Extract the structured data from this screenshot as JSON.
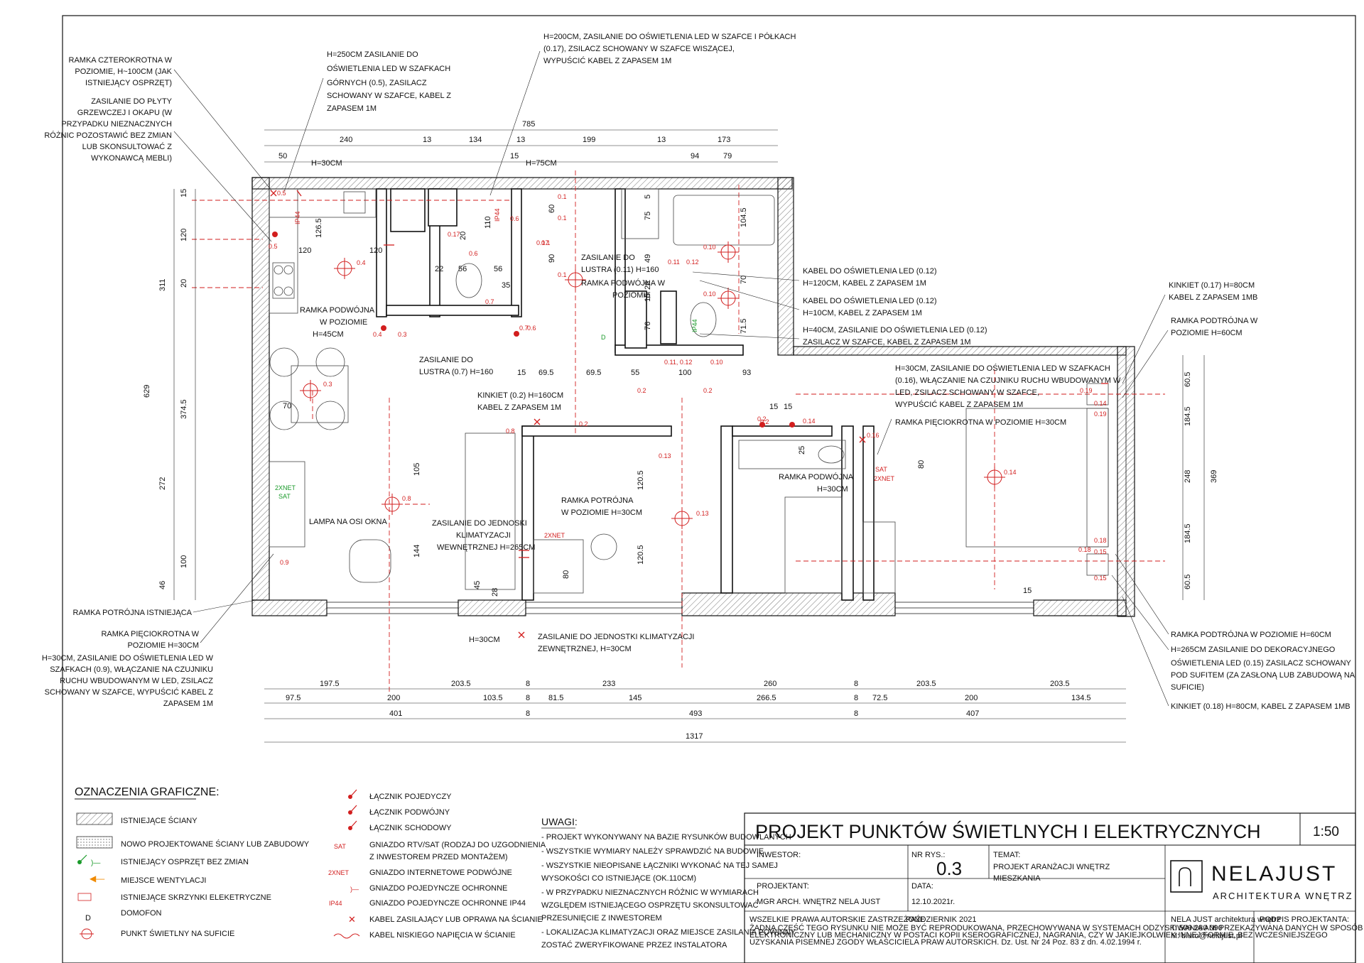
{
  "title_block": {
    "title": "PROJEKT PUNKTÓW ŚWIETLNYCH I ELEKTRYCZNYCH",
    "scale": "1:50",
    "investor_label": "INWESTOR:",
    "drawing_no_label": "NR RYS.:",
    "drawing_no": "0.3",
    "topic_label": "TEMAT:",
    "topic_line1": "PROJEKT ARANŻACJI WNĘTRZ",
    "topic_line2": "MIESZKANIA",
    "designer_label": "PROJEKTANT:",
    "designer": "MGR ARCH. WNĘTRZ  NELA JUST",
    "date_label": "DATA:",
    "date": "12.10.2021r.",
    "logo_name": "NELAJUST",
    "logo_sub": "ARCHITEKTURA WNĘTRZ",
    "copyright_1": "WSZELKIE PRAWA AUTORSKIE ZASTRZEŻONE",
    "copyright_date": "PAŹDZIERNIK 2021",
    "copyright_2": "ŻADNA CZĘŚĆ TEGO RYSUNKU NIE MOŻE BYĆ REPRODUKOWANA, PRZECHOWYWANA W SYSTEMACH ODZYSKIWANIA ANI PRZEKAZYWANA DANYCH W SPOSÓB",
    "copyright_3": "ELEKTRONICZNY LUB MECHANICZNY W POSTACI KOPII KSEROGRAFICZNEJ, NAGRANIA, CZY W JAKIEJKOLWIEK INNEJ FORMIE, BEZ WCZEŚNIEJSZEGO",
    "copyright_4": "UZYSKANIA PISEMNEJ ZGODY WŁAŚCICIELA PRAW AUTORSKICH.      Dz. Ust. Nr 24 Poz. 83 z dn. 4.02.1994 r.",
    "contact_1": "NELA JUST architektura wnętrz",
    "contact_2": "T: 509 280 090",
    "contact_3": "M: biuro@nelajust.pl",
    "signature_label": "PODPIS PROJEKTANTA:"
  },
  "legend": {
    "heading": "OZNACZENIA GRAFICZNE:",
    "items_left": [
      "ISTNIEJĄCE ŚCIANY",
      "NOWO PROJEKTOWANE ŚCIANY LUB ZABUDOWY",
      "ISTNIEJĄCY OSPRZĘT BEZ ZMIAN",
      "MIEJSCE WENTYLACJI",
      "ISTNIEJĄCE SKRZYNKI ELEKETRYCZNE",
      "DOMOFON",
      "PUNKT ŚWIETLNY NA SUFICIE"
    ],
    "items_right": [
      "ŁĄCZNIK POJEDYCZY",
      "ŁĄCZNIK PODWÓJNY",
      "ŁĄCZNIK SCHODOWY",
      "GNIAZDO RTV/SAT (RODZAJ DO UZGODNIENIA",
      "Z INWESTOREM PRZED MONTAŻEM)",
      "GNIAZDO INTERNETOWE PODWÓJNE",
      "GNIAZDO POJEDYNCZE OCHRONNE",
      "GNIAZDO POJEDYNCZE OCHRONNE IP44",
      "KABEL ZASILAJĄCY LUB OPRAWA NA ŚCIANIE",
      "KABEL NISKIEGO NAPIĘCIA W ŚCIANIE"
    ],
    "sym_sat": "SAT",
    "sym_2xnet": "2XNET",
    "sym_ip44": "IP44",
    "sym_d": "D"
  },
  "notes": {
    "heading": "UWAGI:",
    "lines": [
      "- PROJEKT WYKONYWANY NA BAZIE RYSUNKÓW BUDOWLANYCH",
      "- WSZYSTKIE WYMIARY NALEŻY SPRAWDZIĆ NA BUDOWIE",
      "- WSZYSTKIE NIEOPISANE ŁĄCZNIKI WYKONAĆ NA TEJ SAMEJ",
      "WYSOKOŚCI CO ISTNIEJĄCE (OK.110CM)",
      "- W PRZYPADKU NIEZNACZNYCH RÓŻNIC W WYMIARACH",
      "WZGLĘDEM ISTNIEJĄCEGO OSPRZĘTU SKONSULTOWAĆ",
      "PRZESUNIĘCIE Z INWESTOREM",
      "- LOKALIZACJA KLIMATYZACJI ORAZ MIEJSCE ZASILANIA POWINNY",
      "ZOSTAĆ ZWERYFIKOWANE PRZEZ INSTALATORA"
    ]
  },
  "annotations": {
    "a_ramka4": [
      "RAMKA CZTEROKROTNA W",
      "POZIOMIE, H~100CM (JAK",
      "ISTNIEJĄCY OSPRZĘT)"
    ],
    "a_plyta": [
      "ZASILANIE DO PŁYTY",
      "GRZEWCZEJ I OKAPU (W",
      "PRZYPADKU NIEZNACZNYCH",
      "RÓŻNIC POZOSTAWIĆ BEZ ZMIAN",
      "LUB SKONSULTOWAĆ Z",
      "WYKONAWCĄ MEBLI)"
    ],
    "a_h250": [
      "H=250CM ZASILANIE DO",
      "OŚWIETLENIA LED W SZAFKACH",
      "GÓRNYCH (0.5), ZASILACZ",
      "SCHOWANY W SZAFCE, KABEL Z",
      "ZAPASEM 1M"
    ],
    "a_h200": [
      "H=200CM, ZASILANIE DO OŚWIETLENIA LED W SZAFCE I PÓŁKACH",
      "(0.17), ZSILACZ SCHOWANY W SZAFCE WISZĄCEJ,",
      "WYPUŚCIĆ KABEL Z ZAPASEM 1M"
    ],
    "a_kabel012a": [
      "KABEL DO OŚWIETLENIA LED (0.12)",
      "H=120CM, KABEL Z ZAPASEM 1M"
    ],
    "a_kabel012b": [
      "KABEL DO OŚWIETLENIA LED (0.12)",
      "H=10CM, KABEL Z ZAPASEM 1M"
    ],
    "a_h40": [
      "H=40CM, ZASILANIE DO OŚWIETLENIA LED (0.12)",
      "ZASILACZ W SZAFCE, KABEL Z ZAPASEM 1M"
    ],
    "a_kinkiet017": [
      "KINKIET (0.17) H=80CM",
      "KABEL Z ZAPASEM 1MB"
    ],
    "a_ramka3_60": [
      "RAMKA PODTRÓJNA W",
      "POZIOMIE H=60CM"
    ],
    "a_h30_led": [
      "H=30CM, ZASILANIE DO OŚWIETLENIA LED W SZAFKACH",
      "(0.16), WŁĄCZANIE NA CZUJNIKU RUCHU WBUDOWANYM W",
      "LED, ZSILACZ SCHOWANY W SZAFCE,",
      "WYPUŚCIĆ KABEL Z ZAPASEM 1M"
    ],
    "a_ramka5_30": [
      "RAMKA PIĘCIOKROTNA W POZIOMIE H=30CM"
    ],
    "a_kinkiet02": [
      "KINKIET (0.2) H=160CM",
      "KABEL Z ZAPASEM 1M"
    ],
    "a_lustro07": [
      "ZASILANIE DO",
      "LUSTRA (0.7) H=160"
    ],
    "a_lustro011": [
      "ZASILANIE DO",
      "LUSTRA (0.11) H=160"
    ],
    "a_ramka2_poz": [
      "RAMKA PODWÓJNA W",
      "POZIOMIE"
    ],
    "a_ramka2_45": [
      "RAMKA PODWÓJNA",
      "W POZIOMIE",
      "H=45CM"
    ],
    "a_lampa": [
      "LAMPA NA OSI OKNA"
    ],
    "a_klim_wew": [
      "ZASILANIE DO JEDNOSKI",
      "KLIMATYZACJI",
      "WEWNĘTRZNEJ H=265CM"
    ],
    "a_ramka3_30": [
      "RAMKA POTRÓJNA",
      "W POZIOMIE H=30CM"
    ],
    "a_ramka2_30": [
      "RAMKA PODWÓJNA",
      "H=30CM"
    ],
    "a_ramka3_ist": [
      "RAMKA POTRÓJNA ISTNIEJĄCA"
    ],
    "a_ramka5_left": [
      "RAMKA PIĘCIOKROTNA W",
      "POZIOMIE H=30CM",
      "H=30CM, ZASILANIE DO OŚWIETLENIA LED W",
      "SZAFKACH (0.9), WŁĄCZANIE NA CZUJNIKU",
      "RUCHU WBUDOWANYM W LED, ZSILACZ",
      "SCHOWANY W SZAFCE, WYPUŚCIĆ KABEL Z",
      "ZAPASEM 1M"
    ],
    "a_h30_bottom": [
      "H=30CM"
    ],
    "a_klim_zew": [
      "ZASILANIE DO JEDNOSTKI KLIMATYZACJI",
      "ZEWNĘTRZNEJ, H=30CM"
    ],
    "a_ramka3_60b": [
      "RAMKA PODTRÓJNA W POZIOMIE H=60CM"
    ],
    "a_h265_led": [
      "H=265CM ZASILANIE DO DEKORACYJNEGO",
      "OŚWIETLENIA LED (0.15) ZASILACZ SCHOWANY",
      "POD SUFITEM (ZA ZASŁONĄ LUB ZABUDOWĄ NA",
      "SUFICIE)"
    ],
    "a_kinkiet018": [
      "KINKIET (0.18) H=80CM, KABEL Z ZAPASEM 1MB"
    ]
  },
  "dimensions": {
    "top_total": "785",
    "top_row": [
      "240",
      "13",
      "134",
      "13",
      "199",
      "13",
      "173"
    ],
    "top_small": [
      "50",
      "H=30CM",
      "15",
      "H=75CM",
      "94",
      "79"
    ],
    "bottom_row1": [
      "197.5",
      "203.5",
      "8",
      "233",
      "260",
      "8",
      "203.5",
      "203.5"
    ],
    "bottom_row2": [
      "97.5",
      "200",
      "103.5",
      "8",
      "81.5",
      "145",
      "266.5",
      "8",
      "72.5",
      "200",
      "134.5"
    ],
    "bottom_row3": [
      "401",
      "8",
      "493",
      "8",
      "407"
    ],
    "bottom_total": "1317",
    "left_col": [
      "15",
      "120",
      "20",
      "311",
      "629",
      "374.5",
      "272",
      "100",
      "46"
    ],
    "right_col": [
      "60.5",
      "184.5",
      "248",
      "369",
      "184.5",
      "60.5"
    ],
    "inner": [
      "126.5",
      "120",
      "120",
      "22",
      "56",
      "56",
      "35",
      "110",
      "20",
      "60",
      "90",
      "75",
      "5",
      "104.5",
      "49",
      "26",
      "70",
      "15",
      "71.5",
      "76",
      "15",
      "69.5",
      "69.5",
      "55",
      "100",
      "93",
      "15",
      "15",
      "70",
      "105",
      "144",
      "45",
      "28",
      "80",
      "120.5",
      "120.5",
      "25",
      "80",
      "15"
    ]
  },
  "symbols": {
    "red_labels": [
      "0.5",
      "0.5",
      "0.4",
      "0.4",
      "0.3",
      "0.3",
      "0.6",
      "0.6",
      "0.7",
      "0.7",
      "0.6",
      "0.17",
      "0.17",
      "0.1",
      "0.1",
      "0.1",
      "0.11",
      "0.12",
      "0.10",
      "0.10",
      "0.11, 0.12",
      "0.10",
      "0.2",
      "0.2",
      "0.2",
      "0.2",
      "0.14",
      "0.16",
      "0.19",
      "0.14",
      "0.19",
      "0.14",
      "0.18",
      "0.18",
      "0.15",
      "0.15",
      "0.8",
      "0.8",
      "0.9",
      "0.13",
      "0.13",
      "0.1",
      "0.2"
    ],
    "ip44": "IP44",
    "sat": "SAT",
    "net": "2XNET",
    "d": "D"
  }
}
